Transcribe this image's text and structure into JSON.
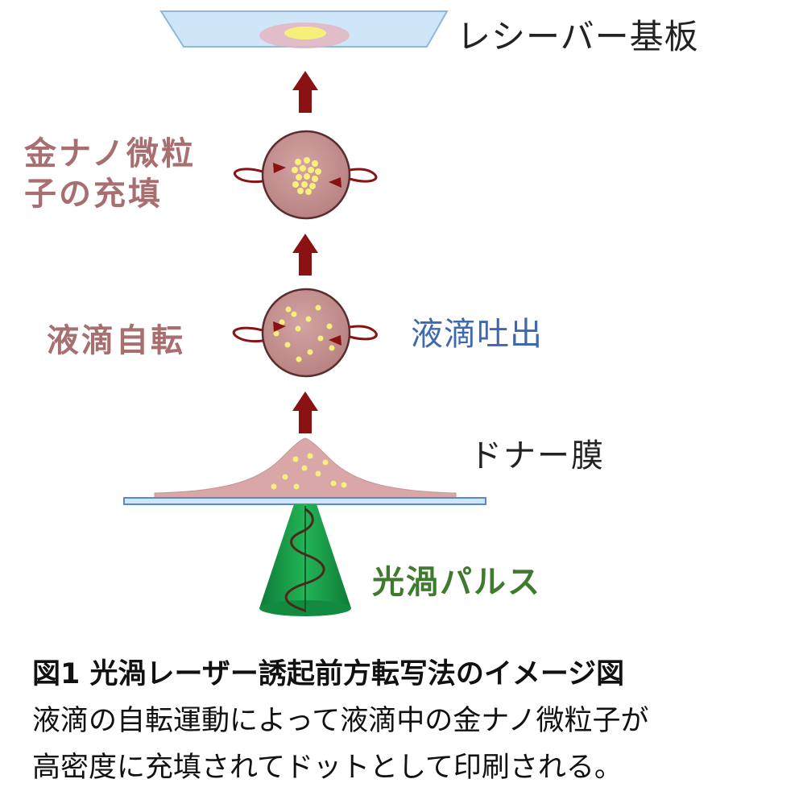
{
  "labels": {
    "receiver_substrate": "レシーバー基板",
    "gold_nanoparticle_filling_line1": "金ナノ微粒",
    "gold_nanoparticle_filling_line2": "子の充填",
    "droplet_rotation": "液滴自転",
    "droplet_ejection": "液滴吐出",
    "donor_film": "ドナー膜",
    "optical_vortex_pulse": "光渦パルス"
  },
  "caption": {
    "title": "図1 光渦レーザー誘起前方転写法のイメージ図",
    "line1": "液滴の自転運動によって液滴中の金ナノ微粒子が",
    "line2": "高密度に充填されてドットとして印刷される。"
  },
  "colors": {
    "arrow": "#8b1212",
    "droplet": "#c79393",
    "droplet_outline": "#5a2e2e",
    "nanoparticle": "#f8ef7c",
    "substrate": "#cfe6f8",
    "substrate_outline": "#8fb8dd",
    "donor_film": "#d9a7a7",
    "beam": "#1ea84f",
    "beam_dark": "#0f7a37",
    "helix": "#4a2a1a"
  },
  "icons": [
    "up-arrow-icon",
    "rotation-arrow-icon"
  ]
}
